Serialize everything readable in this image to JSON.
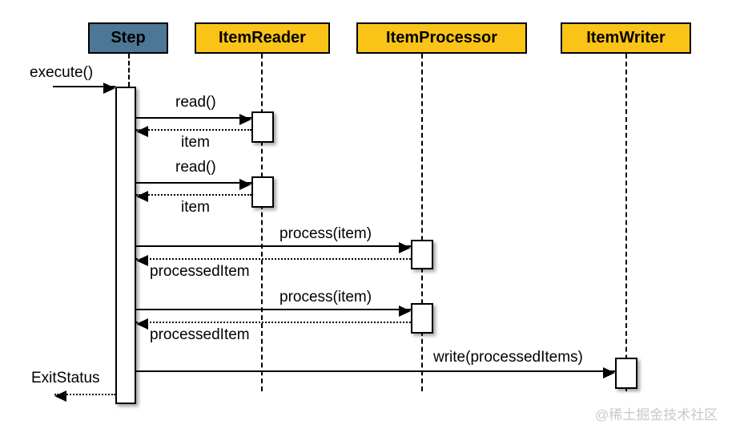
{
  "diagram": {
    "type": "uml-sequence-diagram",
    "participants": [
      {
        "name": "Step",
        "fill": "#4d7797"
      },
      {
        "name": "ItemReader",
        "fill": "#f9c417"
      },
      {
        "name": "ItemProcessor",
        "fill": "#f9c417"
      },
      {
        "name": "ItemWriter",
        "fill": "#f9c417"
      }
    ],
    "messages": [
      {
        "label": "execute()",
        "type": "sync",
        "from": "caller",
        "to": "Step"
      },
      {
        "label": "read()",
        "type": "sync",
        "from": "Step",
        "to": "ItemReader"
      },
      {
        "label": "item",
        "type": "return",
        "from": "ItemReader",
        "to": "Step"
      },
      {
        "label": "read()",
        "type": "sync",
        "from": "Step",
        "to": "ItemReader"
      },
      {
        "label": "item",
        "type": "return",
        "from": "ItemReader",
        "to": "Step"
      },
      {
        "label": "process(item)",
        "type": "sync",
        "from": "Step",
        "to": "ItemProcessor"
      },
      {
        "label": "processedItem",
        "type": "return",
        "from": "ItemProcessor",
        "to": "Step"
      },
      {
        "label": "process(item)",
        "type": "sync",
        "from": "Step",
        "to": "ItemProcessor"
      },
      {
        "label": "processedItem",
        "type": "return",
        "from": "ItemProcessor",
        "to": "Step"
      },
      {
        "label": "write(processedItems)",
        "type": "sync",
        "from": "Step",
        "to": "ItemWriter"
      },
      {
        "label": "ExitStatus",
        "type": "return",
        "from": "Step",
        "to": "caller"
      }
    ],
    "colors": {
      "step_fill": "#4d7797",
      "actor_fill": "#f9c417",
      "line": "#000000",
      "background": "#ffffff",
      "watermark": "#c9c9c9"
    },
    "watermark": "@稀土掘金技术社区"
  }
}
